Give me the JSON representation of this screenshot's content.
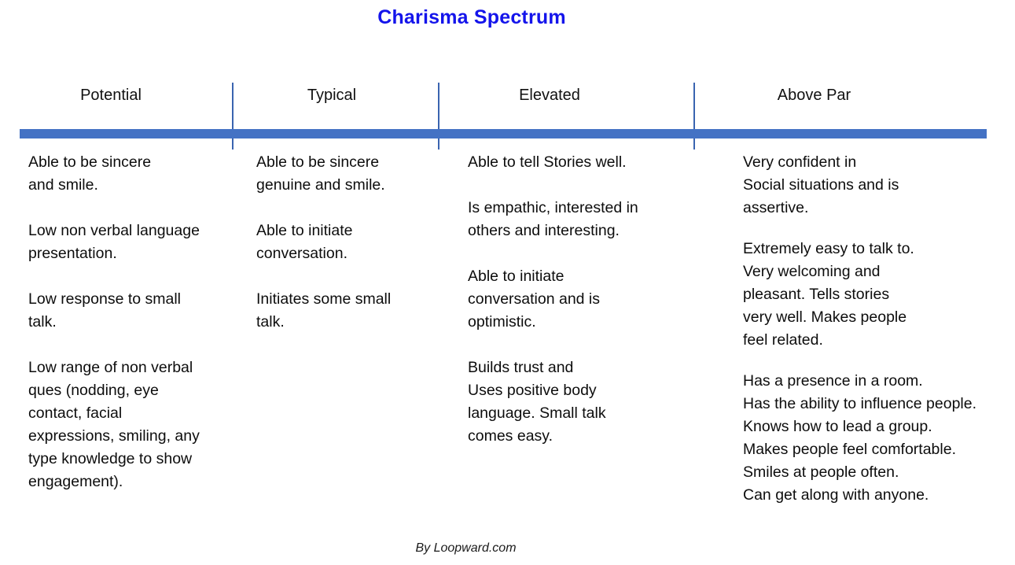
{
  "title": "Charisma Spectrum",
  "footer": "By Loopward.com",
  "colors": {
    "title": "#1414EB",
    "rule": "#4472C4",
    "divider": "#3A64B0",
    "text": "#0d0d0d",
    "background": "#ffffff"
  },
  "columns": [
    {
      "header": "Potential",
      "paragraphs": [
        "Able to be sincere\nand smile.",
        "Low non verbal language\npresentation.",
        "Low response to small\ntalk.",
        "Low range of non verbal\nques (nodding, eye\ncontact, facial\nexpressions, smiling, any\ntype knowledge to show\nengagement)."
      ]
    },
    {
      "header": "Typical",
      "paragraphs": [
        "Able to be sincere\ngenuine and smile.",
        "Able to initiate\nconversation.",
        "Initiates some small\ntalk."
      ]
    },
    {
      "header": "Elevated",
      "paragraphs": [
        "Able to tell Stories well.",
        "Is empathic, interested in\nothers and interesting.",
        "Able to initiate\nconversation and is\noptimistic.",
        "Builds trust and\nUses positive body\nlanguage. Small talk\ncomes easy."
      ]
    },
    {
      "header": "Above Par",
      "paragraphs": [
        "Very confident in\nSocial situations and is\nassertive.",
        "Extremely easy to talk to.\nVery welcoming and\npleasant. Tells stories\nvery well. Makes people\nfeel related.",
        "Has a presence in a room.\nHas the ability to influence people.\nKnows how to lead a group.\nMakes people feel comfortable.\nSmiles at people often.\nCan get along with anyone."
      ]
    }
  ]
}
